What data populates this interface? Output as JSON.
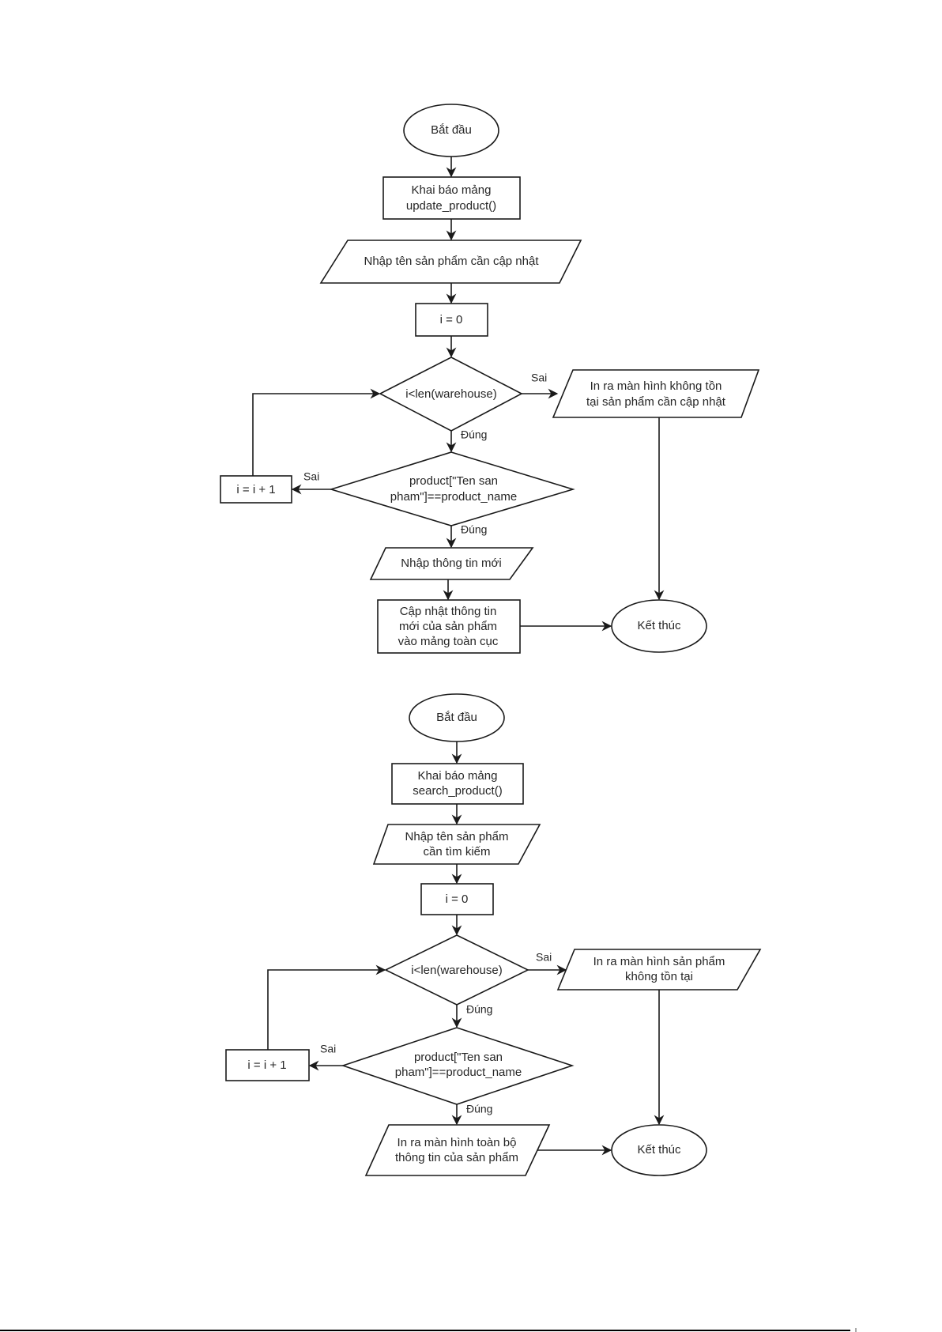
{
  "diagrams": [
    {
      "id": "update-product-flowchart",
      "nodes": {
        "start": "Bắt đầu",
        "declare": [
          "Khai báo mảng",
          "update_product()"
        ],
        "input_name": [
          "Nhập tên sản phẩm cần cập nhật"
        ],
        "init": "i = 0",
        "loop_cond": "i<len(warehouse)",
        "not_found": [
          "In ra màn hình không tồn",
          "tại sản phẩm cần cập nhật"
        ],
        "increment": "i = i + 1",
        "match_cond": [
          "product[\"Ten san",
          "pham\"]==product_name"
        ],
        "action_input": [
          "Nhập thông tin mới"
        ],
        "action_process": [
          "Cập nhật thông tin",
          "mới của sản phẩm",
          "vào mảng toàn cục"
        ],
        "end": "Kết thúc"
      },
      "edge_labels": {
        "loop_false": "Sai",
        "loop_true": "Đúng",
        "match_false": "Sai",
        "match_true": "Đúng"
      }
    },
    {
      "id": "search-product-flowchart",
      "nodes": {
        "start": "Bắt đầu",
        "declare": [
          "Khai báo mảng",
          "search_product()"
        ],
        "input_name": [
          "Nhập tên sản phẩm",
          "cần tìm kiếm"
        ],
        "init": "i = 0",
        "loop_cond": "i<len(warehouse)",
        "not_found": [
          "In ra màn hình sản phẩm",
          "không tồn tại"
        ],
        "increment": "i = i + 1",
        "match_cond": [
          "product[\"Ten san",
          "pham\"]==product_name"
        ],
        "action_output": [
          "In ra màn hình toàn bộ",
          "thông tin của sản phẩm"
        ],
        "end": "Kết thúc"
      },
      "edge_labels": {
        "loop_false": "Sai",
        "loop_true": "Đúng",
        "match_false": "Sai",
        "match_true": "Đúng"
      }
    }
  ]
}
